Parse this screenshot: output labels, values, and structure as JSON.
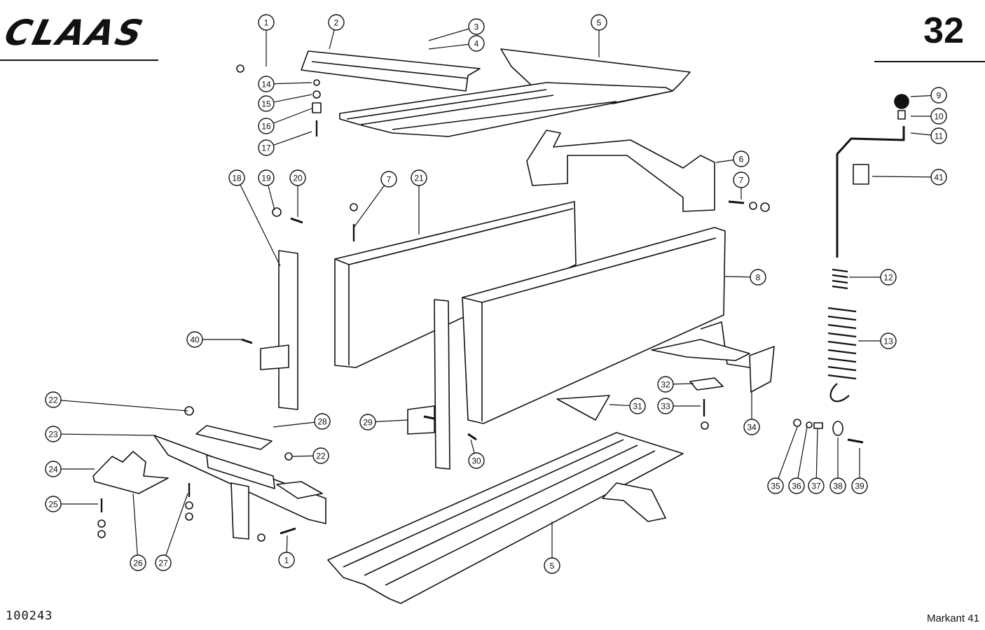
{
  "header": {
    "brand": "CLAAS",
    "page_number": "32"
  },
  "footer": {
    "document_number": "100243",
    "model": "Markant 41"
  },
  "callouts": [
    "1",
    "2",
    "3",
    "4",
    "5",
    "14",
    "15",
    "16",
    "17",
    "9",
    "10",
    "11",
    "41",
    "6",
    "7",
    "18",
    "19",
    "20",
    "7",
    "21",
    "8",
    "12",
    "13",
    "40",
    "32",
    "33",
    "31",
    "34",
    "22",
    "28",
    "22",
    "23",
    "29",
    "30",
    "24",
    "25",
    "27",
    "26",
    "1",
    "5",
    "35",
    "36",
    "37",
    "38",
    "39"
  ]
}
